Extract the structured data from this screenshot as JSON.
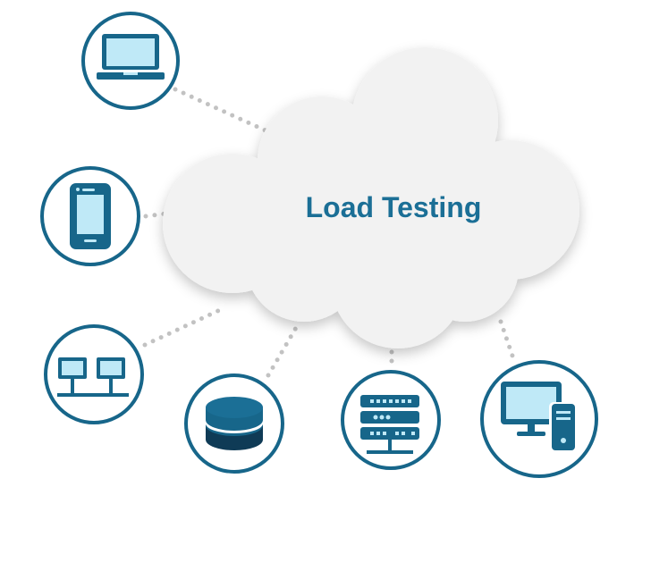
{
  "cloud": {
    "label": "Load Testing",
    "fill": "#f2f2f2",
    "label_color": "#1b6f96"
  },
  "colors": {
    "ring": "#17668a",
    "icon_dark": "#17668a",
    "icon_light": "#bfe9f7",
    "connector": "#c2c2c2"
  },
  "nodes": [
    {
      "id": "laptop",
      "icon": "laptop-icon"
    },
    {
      "id": "mobile",
      "icon": "mobile-phone-icon"
    },
    {
      "id": "network",
      "icon": "network-computers-icon"
    },
    {
      "id": "database",
      "icon": "database-icon"
    },
    {
      "id": "server",
      "icon": "server-rack-icon"
    },
    {
      "id": "desktop",
      "icon": "desktop-computer-icon"
    }
  ]
}
